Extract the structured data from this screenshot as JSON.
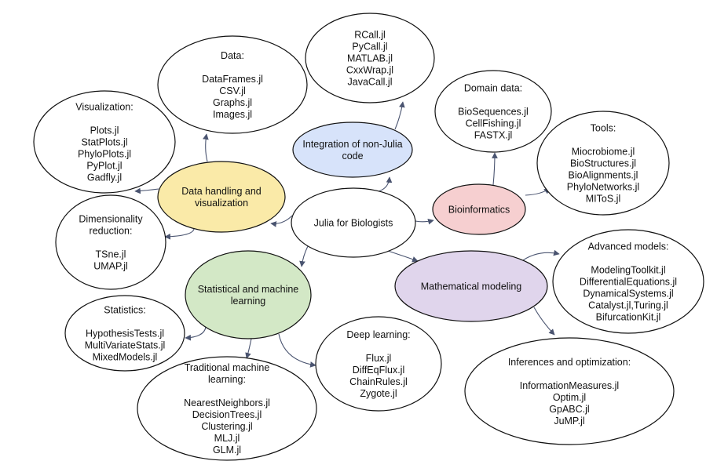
{
  "diagram": {
    "center": {
      "label": "Julia for Biologists"
    },
    "hubs": {
      "data_handling": {
        "label_lines": [
          "Data handling and",
          "visualization"
        ],
        "color": "#faeaa8"
      },
      "integration": {
        "label_lines": [
          "Integration of non-Julia",
          "code"
        ],
        "color": "#d7e3fa"
      },
      "bioinformatics": {
        "label_lines": [
          "Bioinformatics"
        ],
        "color": "#f6cfd0"
      },
      "statistical_ml": {
        "label_lines": [
          "Statistical and machine",
          "learning"
        ],
        "color": "#d3e8c6"
      },
      "math_modeling": {
        "label_lines": [
          "Mathematical modeling"
        ],
        "color": "#e0d5ec"
      }
    },
    "leaves": {
      "data": {
        "title": [
          "Data:"
        ],
        "items": [
          "DataFrames.jl",
          "CSV.jl",
          "Graphs.jl",
          "Images.jl"
        ]
      },
      "interop": {
        "title": [],
        "items": [
          "RCall.jl",
          "PyCall.jl",
          "MATLAB.jl",
          "CxxWrap.jl",
          "JavaCall.jl"
        ]
      },
      "visualization": {
        "title": [
          "Visualization:"
        ],
        "items": [
          "Plots.jl",
          "StatPlots.jl",
          "PhyloPlots.jl",
          "PyPlot.jl",
          "Gadfly.jl"
        ]
      },
      "domain_data": {
        "title": [
          "Domain data:"
        ],
        "items": [
          "BioSequences.jl",
          "CellFishing.jl",
          "FASTX.jl"
        ]
      },
      "tools": {
        "title": [
          "Tools:"
        ],
        "items": [
          "Miocrobiome.jl",
          "BioStructures.jl",
          "BioAlignments.jl",
          "PhyloNetworks.jl",
          "MIToS.jl"
        ]
      },
      "dim_reduction": {
        "title": [
          "Dimensionality",
          "reduction:"
        ],
        "items": [
          "TSne.jl",
          "UMAP.jl"
        ]
      },
      "advanced_models": {
        "title": [
          "Advanced models:"
        ],
        "items": [
          "ModelingToolkit.jl",
          "DifferentialEquations.jl",
          "DynamicalSystems.jl",
          "Catalyst.jl,Turing.jl",
          "BifurcationKit.jl"
        ]
      },
      "statistics": {
        "title": [
          "Statistics:"
        ],
        "items": [
          "HypothesisTests.jl",
          "MultiVariateStats.jl",
          "MixedModels.jl"
        ]
      },
      "deep_learning": {
        "title": [
          "Deep learning:"
        ],
        "items": [
          "Flux.jl",
          "DiffEqFlux.jl",
          "ChainRules.jl",
          "Zygote.jl"
        ]
      },
      "inference": {
        "title": [
          "Inferences and optimization:"
        ],
        "items": [
          "InformationMeasures.jl",
          "Optim.jl",
          "GpABC.jl",
          "JuMP.jl"
        ]
      },
      "traditional_ml": {
        "title": [
          "Traditional machine",
          "learning:"
        ],
        "items": [
          "NearestNeighbors.jl",
          "DecisionTrees.jl",
          "Clustering.jl",
          "MLJ.jl",
          "GLM.jl"
        ]
      }
    }
  }
}
